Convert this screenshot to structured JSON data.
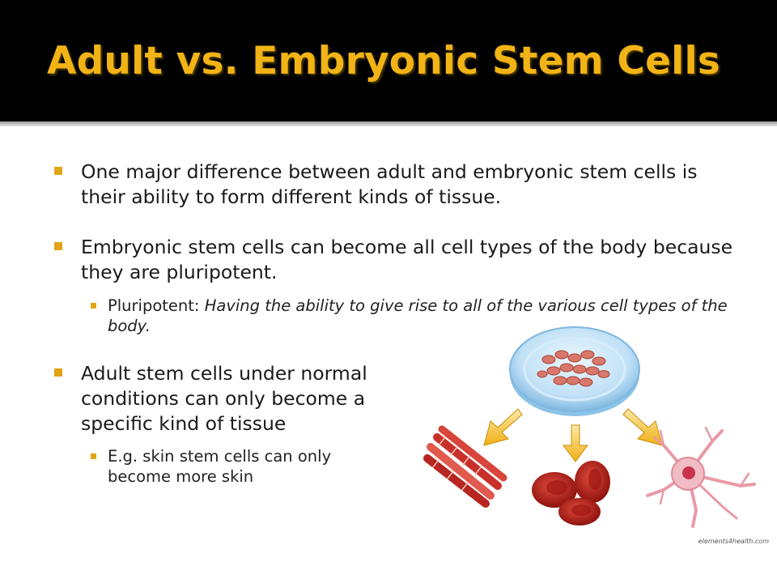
{
  "slide": {
    "title": "Adult vs. Embryonic Stem Cells",
    "bullets": [
      {
        "text": "One major difference between adult and embryonic stem cells is their ability to form different kinds of tissue."
      },
      {
        "text": "Embryonic stem cells can become all cell types of the body because they are pluripotent.",
        "sub": [
          {
            "term": "Pluripotent: ",
            "definition": "Having the ability to give rise to all of the various cell types of the body."
          }
        ]
      },
      {
        "text": "Adult stem cells under normal conditions can only become a specific kind of tissue",
        "sub": [
          {
            "text": "E.g. skin stem cells can only become more skin"
          }
        ]
      }
    ],
    "image_credit": "elements4health.com",
    "colors": {
      "title": "#f2b316",
      "title_bar": "#000000",
      "bullet_marker": "#e0a416",
      "arrow": "#f2b316",
      "dish": "#a9d4f0",
      "cell_red": "#c9201b",
      "neuron": "#f0b8c0"
    },
    "icons": [
      "petri-dish-icon",
      "muscle-fiber-icon",
      "red-blood-cell-icon",
      "nerve-cell-icon",
      "arrow-down-icon"
    ]
  }
}
